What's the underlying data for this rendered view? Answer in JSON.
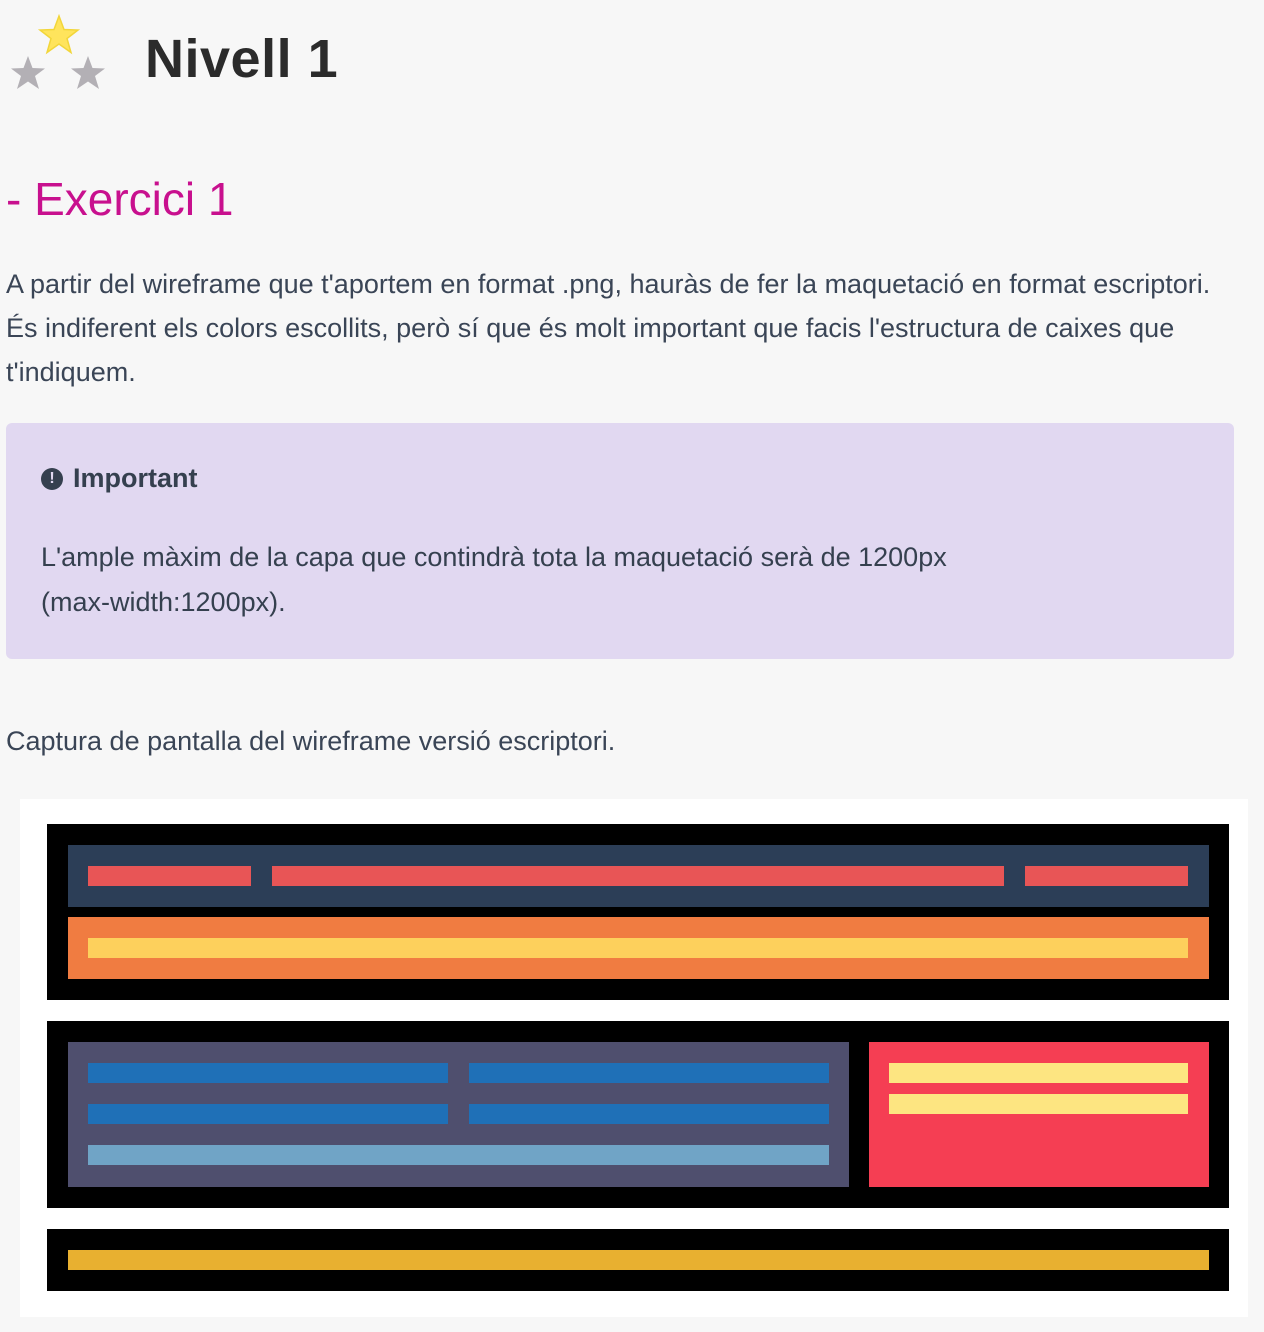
{
  "header": {
    "level_title": "Nivell 1",
    "stars_icon": "stars-rating-icon",
    "stars": {
      "filled": 1,
      "total": 3
    }
  },
  "exercise": {
    "title": "- Exercici 1",
    "intro": "A partir del wireframe que t'aportem en format .png, hauràs de fer la maquetació en format escriptori. És indiferent els colors escollits, però sí que és molt important que facis l'estructura de caixes que t'indiquem."
  },
  "callout": {
    "icon": "exclamation-circle-icon",
    "icon_glyph": "!",
    "title": "Important",
    "body": "L'ample màxim de la capa que contindrà tota la maquetació serà de 1200px (max-width:1200px)."
  },
  "caption": "Captura de pantalla del wireframe versió escriptori.",
  "colors": {
    "accent": "#c8108e",
    "callout_bg": "#e1d8f1",
    "star_filled": "#ffe45c",
    "star_empty": "#b3b0b5",
    "wf_border": "#000000",
    "wf_nav": "#2c3e57",
    "wf_nav_item": "#e85556",
    "wf_banner": "#f07c41",
    "wf_banner_bar": "#fdd05c",
    "wf_main": "#4f4f6e",
    "wf_main_item": "#1f70b7",
    "wf_main_wide": "#70a4c6",
    "wf_aside": "#f53e53",
    "wf_aside_item": "#fde581",
    "wf_footer_bar": "#e8b030"
  }
}
